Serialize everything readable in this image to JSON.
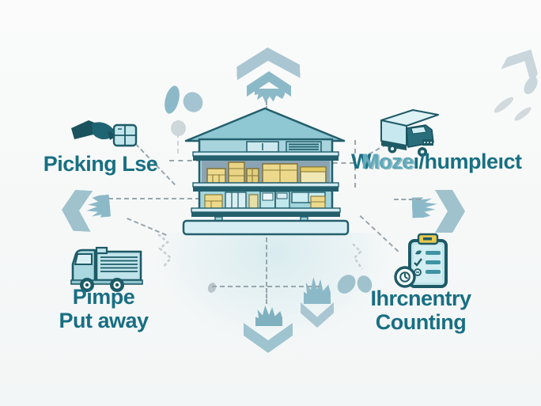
{
  "palette": {
    "background": "#f7f8f7",
    "label_text": "#186f83",
    "label_text_light": "#5fa9ba",
    "outline_dark": "#235f6d",
    "building_wall": "#a8d4dd",
    "building_roof": "#8fc8d3",
    "interior_gray": "#8ba4b3",
    "interior_teal": "#a2d6dd",
    "box_yellow": "#ecd98b",
    "platform_light": "#d6eef3",
    "arrow_light": "#a9c6d2",
    "arrow_teal": "#8cb9c8",
    "arrow_faint": "#c9d6dc",
    "dash_gray": "#97a6ad",
    "clip_yellow": "#e9c94f"
  },
  "center": {
    "icon": "warehouse-building-icon"
  },
  "nodes": {
    "picking": {
      "label": "Picking Lse",
      "icon": "hand-picking-box-icon"
    },
    "receiving": {
      "label_overlap_dark": "W",
      "label_overlap_light": "Moze",
      "label_rest": "ı/humpleıct",
      "icon": "box-truck-icon"
    },
    "putaway": {
      "line1": "Pimpe",
      "line2": "Put away",
      "icon": "tipper-truck-icon"
    },
    "inventory": {
      "line1": "Ihrcnentry",
      "line2": "Counting",
      "icon": "checklist-clipboard-icon"
    }
  }
}
